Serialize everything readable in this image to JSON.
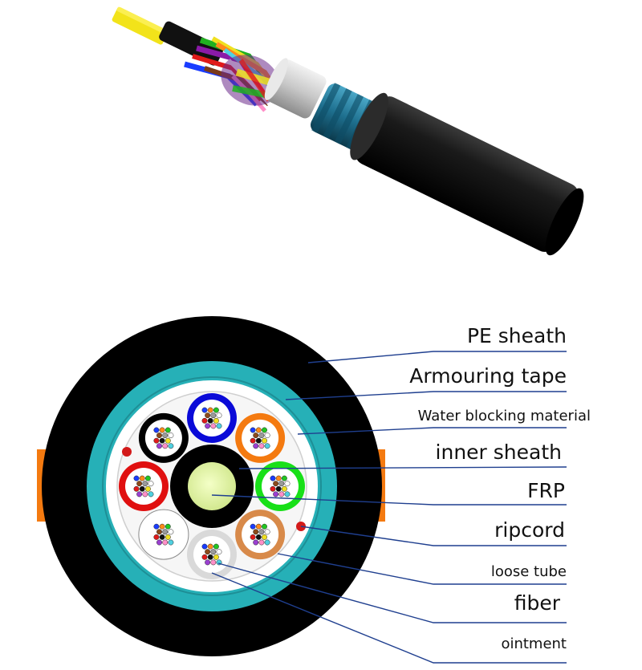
{
  "diagram": {
    "labels": [
      {
        "id": "pe-sheath",
        "text": "PE sheath"
      },
      {
        "id": "armouring-tape",
        "text": "Armouring tape"
      },
      {
        "id": "water-blocking",
        "text": "Water blocking material"
      },
      {
        "id": "inner-sheath",
        "text": "inner sheath"
      },
      {
        "id": "frp",
        "text": "FRP"
      },
      {
        "id": "ripcord",
        "text": "ripcord"
      },
      {
        "id": "loose-tube",
        "text": "loose tube"
      },
      {
        "id": "fiber",
        "text": "fiber"
      },
      {
        "id": "ointment",
        "text": "ointment"
      }
    ],
    "colors": {
      "sheath": "#000000",
      "armour": "#26b0b7",
      "water_blocking": "#ffffff",
      "inner_sheath": "#000000",
      "frp": "#e3f5a6",
      "ripcord": "#d31a1a",
      "leader_line": "#1f3f8f",
      "orange_stripe": "#f47a10",
      "steel_tape": "#d9d9d9",
      "tape_blue": "#1e6f8e"
    },
    "tube_colors": [
      "#0a0ad8",
      "#f47a10",
      "#18e018",
      "#d88a4a",
      "#d9d9d9",
      "#ffffff",
      "#e01010",
      "#000000"
    ],
    "fiber_colors": [
      "#1a3cff",
      "#ff8a1a",
      "#22c522",
      "#8b4a1a",
      "#9a9a9a",
      "#ffffff",
      "#e01a1a",
      "#111111",
      "#f0e020",
      "#9b3fd1",
      "#ff8fc8",
      "#4fd0e0"
    ]
  }
}
